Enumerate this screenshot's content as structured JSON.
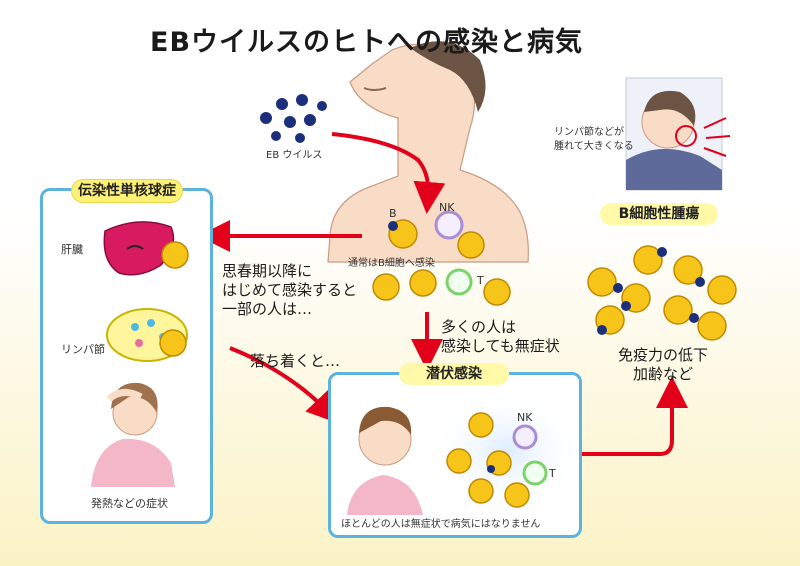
{
  "title": "EBウイルスのヒトへの感染と病気",
  "virus_label": "EB ウイルス",
  "neck_note": "リンパ節などが腫れて大きくなる",
  "neck_note_lines": [
    "リンパ節などが",
    "腫れて大きくなる"
  ],
  "body_labels": {
    "b": "B",
    "nk": "NK",
    "t": "T",
    "infect": "通常はB細胞へ感染"
  },
  "mono": {
    "title": "伝染性単核球症",
    "liver_label": "肝臓",
    "lymph_label": "リンパ節",
    "symptom_label": "発熱などの症状"
  },
  "puberty_lines": [
    "思春期以降に",
    "はじめて感染すると",
    "一部の人は…"
  ],
  "calm_label": "落ち着くと…",
  "asymptomatic_lines": [
    "多くの人は",
    "感染しても無症状"
  ],
  "latent": {
    "title": "潜伏感染",
    "nk": "NK",
    "t": "T",
    "caption": "ほとんどの人は無症状で病気にはなりません"
  },
  "lymphoma": {
    "title": "B細胞性腫瘍",
    "cause_lines": [
      "免疫力の低下",
      "加齢など"
    ]
  },
  "colors": {
    "arrow": "#e2001a",
    "box_border": "#5bb3de",
    "title_pill": "#fff176",
    "cell_fill": "#f7c41a",
    "virus": "#1c2f7a",
    "nk_ring": "#a98ed6",
    "t_ring": "#7cd36a",
    "skin": "#f9dcc6"
  },
  "icons": [
    "virus-icon",
    "b-cell-icon",
    "nk-cell-icon",
    "t-cell-icon",
    "liver-icon",
    "lymph-node-icon",
    "right-arrow-icon"
  ]
}
